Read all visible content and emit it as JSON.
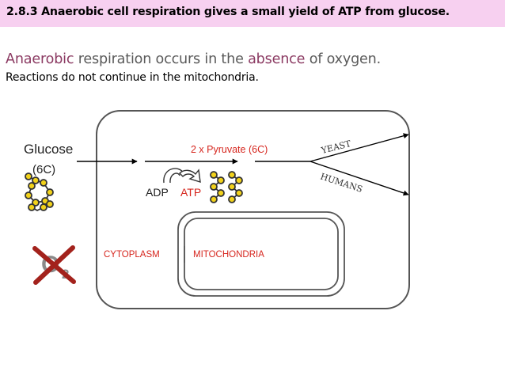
{
  "header": {
    "title": "2.8.3 Anaerobic cell respiration gives a small yield of ATP from glucose."
  },
  "intro": {
    "line1_part1": "Anaerobic",
    "line1_part2": " respiration occurs in the ",
    "line1_part3": "absence",
    "line1_part4": " of oxygen.",
    "line2": "Reactions do not continue in the mitochondria."
  },
  "diagram": {
    "glucose_label": "Glucose",
    "glucose_carbons": "(6C)",
    "pyruvate_label": "2 x Pyruvate (6C)",
    "adp_label": "ADP",
    "atp_label": "ATP",
    "yeast_label": "YEAST",
    "humans_label": "HUMANS",
    "cytoplasm_label": "CYTOPLASM",
    "mitochondria_label": "MITOCHONDRIA",
    "oxygen_label": "O",
    "oxygen_subscript": "2"
  },
  "colors": {
    "title_bg": "#f7d0f0",
    "highlight_text": "#8b3a62",
    "red_label": "#d6261e",
    "molecule_yellow": "#f2d21b",
    "cross_red": "#a3221c"
  }
}
